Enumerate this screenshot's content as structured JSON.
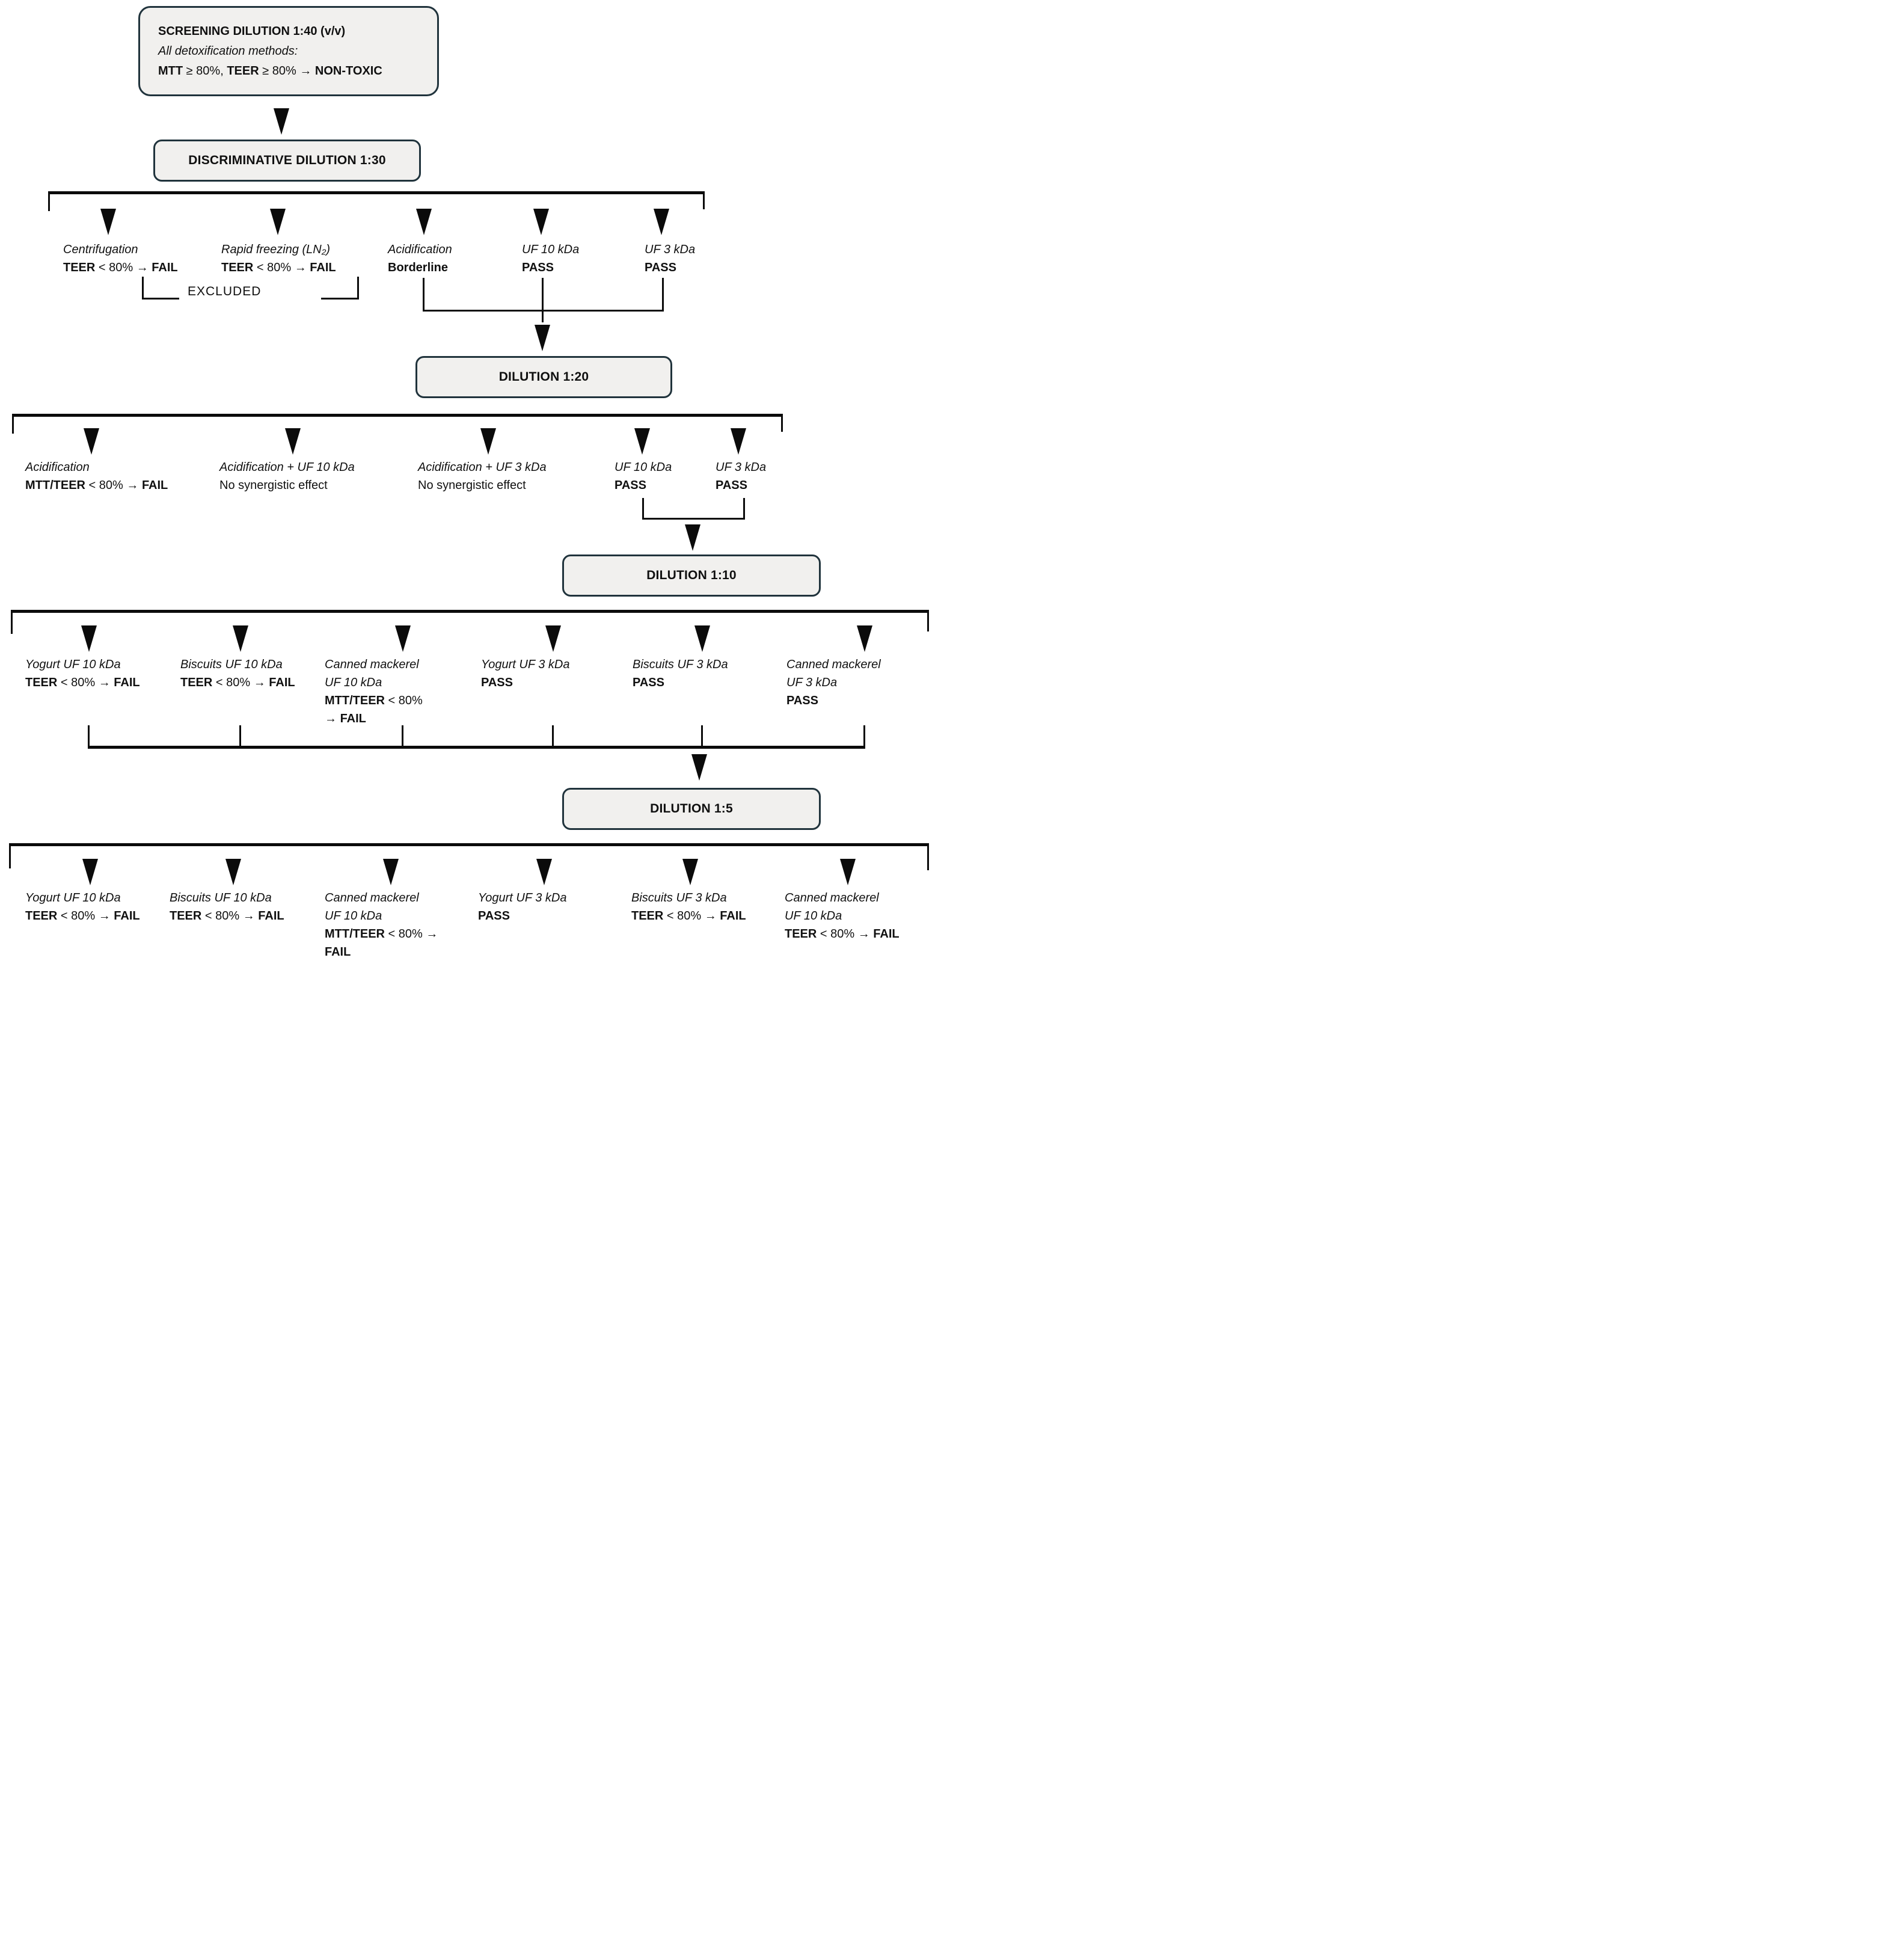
{
  "colors": {
    "box_fill": "#f1f0ee",
    "box_border": "#20333c",
    "line": "#0b0b0b",
    "text": "#101010",
    "background": "#ffffff"
  },
  "top_box": {
    "lines": [
      [
        {
          "t": "SCREENING DILUTION 1:40 (v/v)",
          "b": true
        }
      ],
      [
        {
          "t": "All detoxification methods:",
          "i": true
        }
      ],
      [
        {
          "t": "MTT",
          "b": true
        },
        {
          "t": " ≥ 80%, "
        },
        {
          "t": "TEER",
          "b": true
        },
        {
          "t": " ≥ 80% → "
        },
        {
          "t": "NON-TOXIC",
          "b": true
        }
      ]
    ]
  },
  "boxes": {
    "discriminative": "DISCRIMINATIVE DILUTION 1:30",
    "dilution_20": "DILUTION 1:20",
    "dilution_10": "DILUTION 1:10",
    "dilution_5": "DILUTION 1:5"
  },
  "excluded_label": "EXCLUDED",
  "levels": [
    {
      "branches": [
        {
          "lines": [
            [
              {
                "t": "Centrifugation",
                "i": true
              }
            ],
            [
              {
                "t": "TEER",
                "b": true
              },
              {
                "t": " < 80% → "
              },
              {
                "t": "FAIL",
                "b": true
              }
            ]
          ]
        },
        {
          "lines": [
            [
              {
                "t": "Rapid freezing (LN₂)",
                "i": true
              }
            ],
            [
              {
                "t": "TEER",
                "b": true
              },
              {
                "t": " < 80% → "
              },
              {
                "t": "FAIL",
                "b": true
              }
            ]
          ]
        },
        {
          "lines": [
            [
              {
                "t": "Acidification",
                "i": true
              }
            ],
            [
              {
                "t": "Borderline",
                "b": true
              }
            ]
          ]
        },
        {
          "lines": [
            [
              {
                "t": "UF 10 kDa",
                "i": true
              }
            ],
            [
              {
                "t": "PASS",
                "b": true
              }
            ]
          ]
        },
        {
          "lines": [
            [
              {
                "t": "UF 3 kDa",
                "i": true
              }
            ],
            [
              {
                "t": "PASS",
                "b": true
              }
            ]
          ]
        }
      ]
    },
    {
      "branches": [
        {
          "lines": [
            [
              {
                "t": "Acidification",
                "i": true
              }
            ],
            [
              {
                "t": "MTT/TEER",
                "b": true
              },
              {
                "t": " < 80% → "
              },
              {
                "t": "FAIL",
                "b": true
              }
            ]
          ]
        },
        {
          "lines": [
            [
              {
                "t": "Acidification + UF 10 kDa",
                "i": true
              }
            ],
            [
              {
                "t": "No synergistic effect"
              }
            ]
          ]
        },
        {
          "lines": [
            [
              {
                "t": "Acidification + UF 3 kDa",
                "i": true
              }
            ],
            [
              {
                "t": "No synergistic effect"
              }
            ]
          ]
        },
        {
          "lines": [
            [
              {
                "t": "UF 10 kDa",
                "i": true
              }
            ],
            [
              {
                "t": "PASS",
                "b": true
              }
            ]
          ]
        },
        {
          "lines": [
            [
              {
                "t": "UF 3 kDa",
                "i": true
              }
            ],
            [
              {
                "t": "PASS",
                "b": true
              }
            ]
          ]
        }
      ]
    },
    {
      "branches": [
        {
          "lines": [
            [
              {
                "t": "Yogurt UF 10 kDa",
                "i": true
              }
            ],
            [
              {
                "t": "TEER",
                "b": true
              },
              {
                "t": " < 80% → "
              },
              {
                "t": "FAIL",
                "b": true
              }
            ]
          ]
        },
        {
          "lines": [
            [
              {
                "t": "Biscuits UF 10 kDa",
                "i": true
              }
            ],
            [
              {
                "t": "TEER",
                "b": true
              },
              {
                "t": " < 80% → "
              },
              {
                "t": "FAIL",
                "b": true
              }
            ]
          ]
        },
        {
          "lines": [
            [
              {
                "t": "Canned mackerel",
                "i": true
              }
            ],
            [
              {
                "t": "UF 10 kDa",
                "i": true
              }
            ],
            [
              {
                "t": "MTT/TEER",
                "b": true
              },
              {
                "t": " < 80%"
              }
            ],
            [
              {
                "t": "→ "
              },
              {
                "t": "FAIL",
                "b": true
              }
            ]
          ]
        },
        {
          "lines": [
            [
              {
                "t": "Yogurt UF 3 kDa",
                "i": true
              }
            ],
            [
              {
                "t": "PASS",
                "b": true
              }
            ]
          ]
        },
        {
          "lines": [
            [
              {
                "t": "Biscuits UF 3 kDa",
                "i": true
              }
            ],
            [
              {
                "t": "PASS",
                "b": true
              }
            ]
          ]
        },
        {
          "lines": [
            [
              {
                "t": "Canned mackerel",
                "i": true
              }
            ],
            [
              {
                "t": "UF 3 kDa",
                "i": true
              }
            ],
            [
              {
                "t": "PASS",
                "b": true
              }
            ]
          ]
        }
      ]
    },
    {
      "branches": [
        {
          "lines": [
            [
              {
                "t": "Yogurt UF 10 kDa",
                "i": true
              }
            ],
            [
              {
                "t": "TEER",
                "b": true
              },
              {
                "t": " < 80% → "
              },
              {
                "t": "FAIL",
                "b": true
              }
            ]
          ]
        },
        {
          "lines": [
            [
              {
                "t": "Biscuits UF 10 kDa",
                "i": true
              }
            ],
            [
              {
                "t": "TEER",
                "b": true
              },
              {
                "t": " < 80% → "
              },
              {
                "t": "FAIL",
                "b": true
              }
            ]
          ]
        },
        {
          "lines": [
            [
              {
                "t": "Canned mackerel",
                "i": true
              }
            ],
            [
              {
                "t": "UF 10 kDa",
                "i": true
              }
            ],
            [
              {
                "t": "MTT/TEER",
                "b": true
              },
              {
                "t": " < 80% →"
              }
            ],
            [
              {
                "t": "FAIL",
                "b": true
              }
            ]
          ]
        },
        {
          "lines": [
            [
              {
                "t": "Yogurt UF 3 kDa",
                "i": true
              }
            ],
            [
              {
                "t": "PASS",
                "b": true
              }
            ]
          ]
        },
        {
          "lines": [
            [
              {
                "t": "Biscuits UF 3 kDa",
                "i": true
              }
            ],
            [
              {
                "t": "TEER",
                "b": true
              },
              {
                "t": " < 80% → "
              },
              {
                "t": "FAIL",
                "b": true
              }
            ]
          ]
        },
        {
          "lines": [
            [
              {
                "t": "Canned mackerel",
                "i": true
              }
            ],
            [
              {
                "t": "UF 10 kDa",
                "i": true
              }
            ],
            [
              {
                "t": "TEER",
                "b": true
              },
              {
                "t": " < 80% → "
              },
              {
                "t": "FAIL",
                "b": true
              }
            ]
          ]
        }
      ]
    }
  ]
}
